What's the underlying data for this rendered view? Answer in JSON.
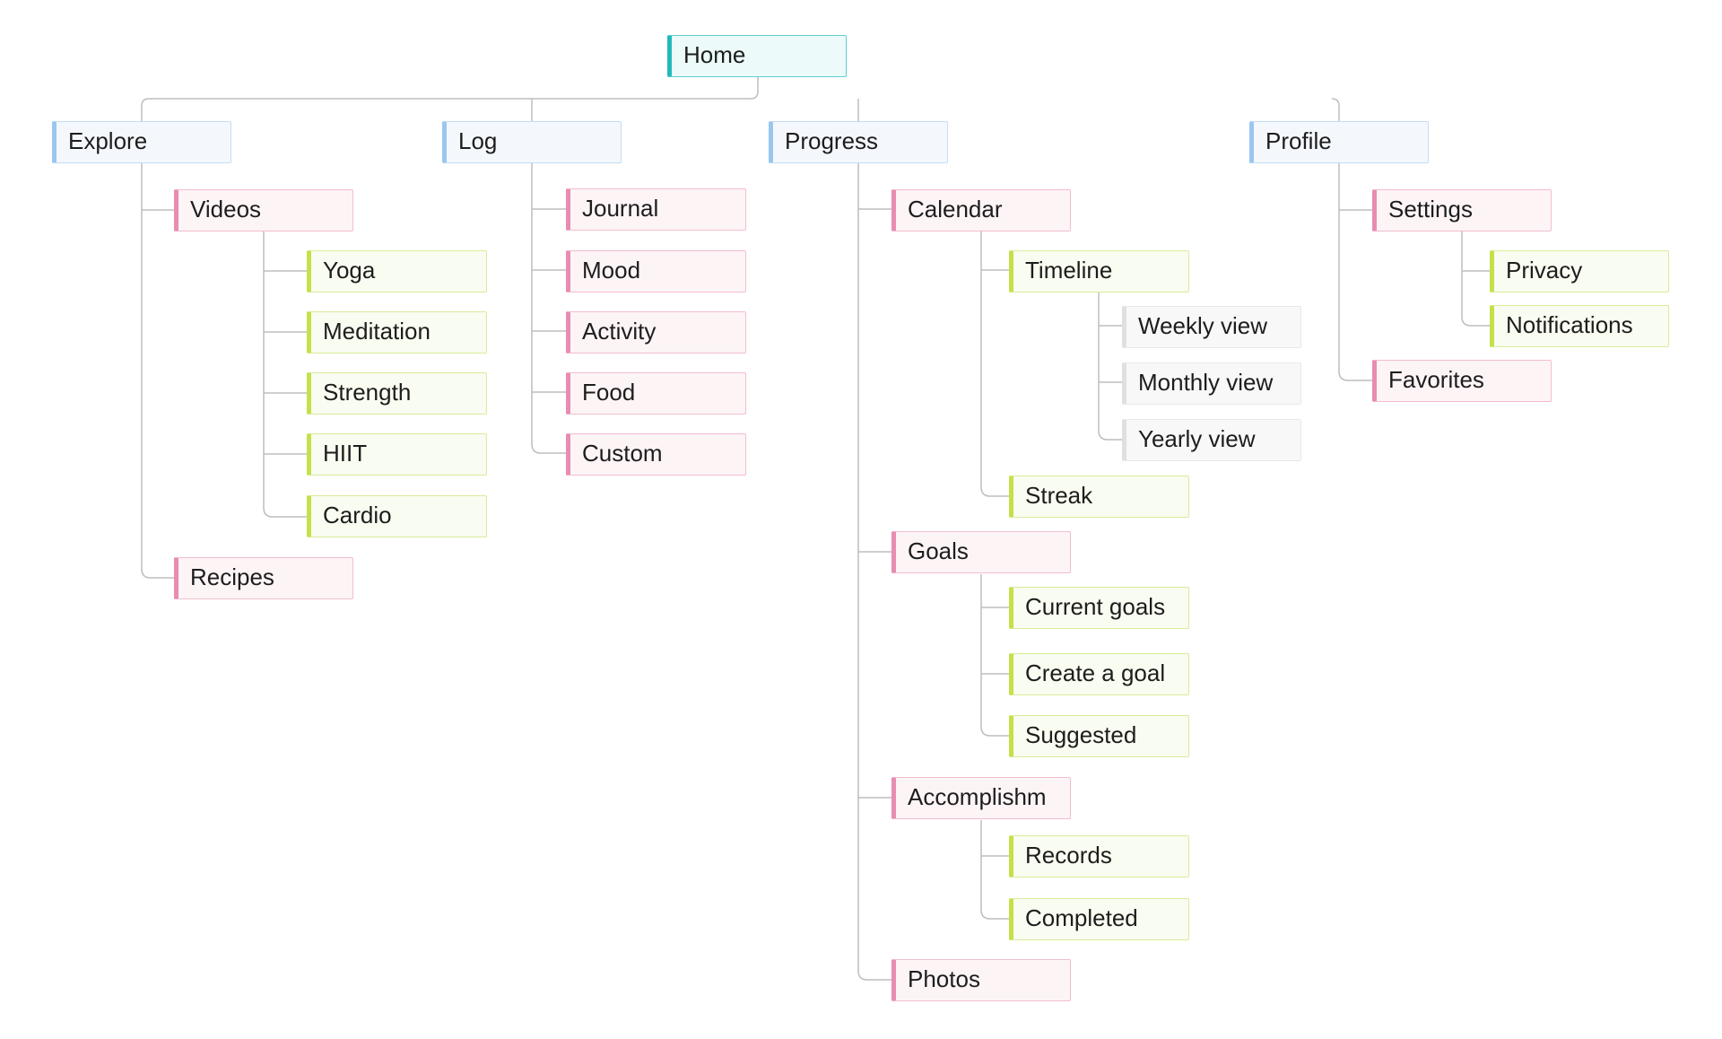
{
  "sitemap": {
    "root": "Home",
    "sections": [
      {
        "label": "Explore",
        "children": [
          {
            "label": "Videos",
            "children": [
              "Yoga",
              "Meditation",
              "Strength",
              "HIIT",
              "Cardio"
            ]
          },
          {
            "label": "Recipes"
          }
        ]
      },
      {
        "label": "Log",
        "children": [
          {
            "label": "Journal"
          },
          {
            "label": "Mood"
          },
          {
            "label": "Activity"
          },
          {
            "label": "Food"
          },
          {
            "label": "Custom"
          }
        ]
      },
      {
        "label": "Progress",
        "children": [
          {
            "label": "Calendar",
            "children": [
              {
                "label": "Timeline",
                "children": [
                  "Weekly view",
                  "Monthly view",
                  "Yearly view"
                ]
              },
              {
                "label": "Streak"
              }
            ]
          },
          {
            "label": "Goals",
            "children": [
              "Current goals",
              "Create a goal",
              "Suggested"
            ]
          },
          {
            "label": "Accomplishm",
            "children": [
              "Records",
              "Completed"
            ]
          },
          {
            "label": "Photos"
          }
        ]
      },
      {
        "label": "Profile",
        "children": [
          {
            "label": "Settings",
            "children": [
              "Privacy",
              "Notifications"
            ]
          },
          {
            "label": "Favorites"
          }
        ]
      }
    ]
  },
  "colors": {
    "connector": "#bdbdbd",
    "root_accent": "#22b9be",
    "section_accent": "#9ac6f0",
    "page_accent": "#e88cb1",
    "subpage_accent": "#c3e14a"
  }
}
